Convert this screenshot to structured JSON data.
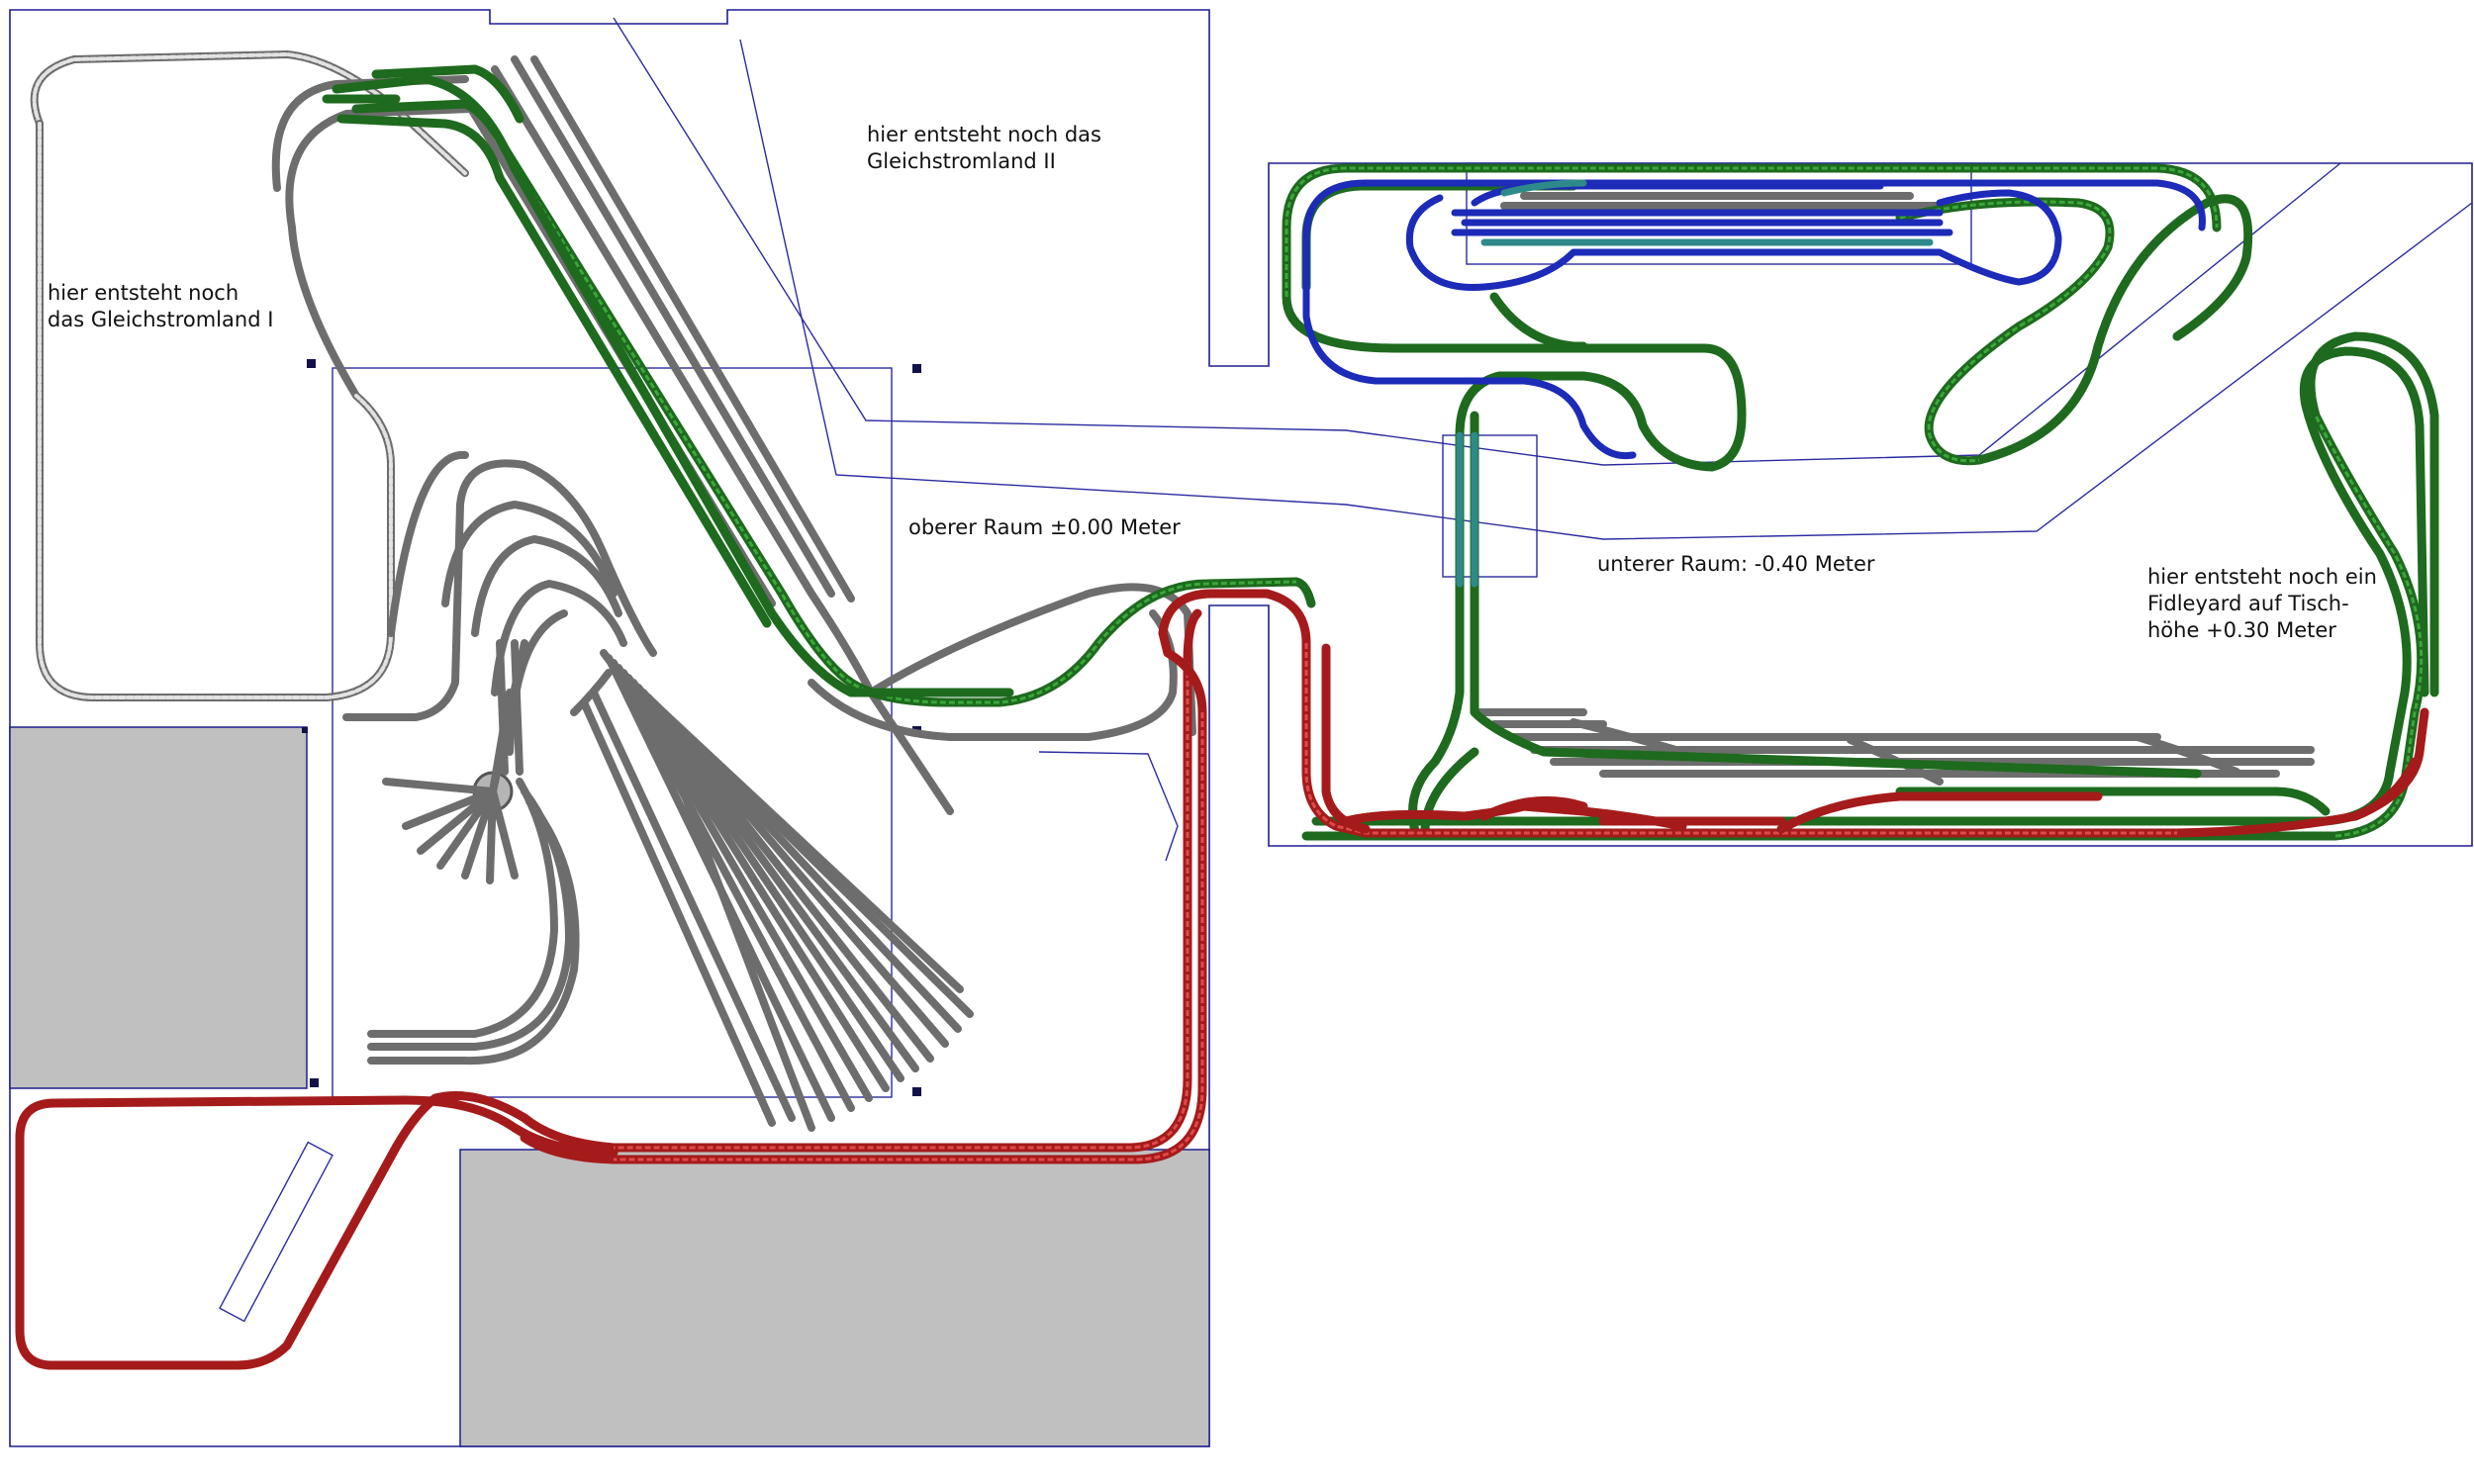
{
  "labels": {
    "gleichstromland1_line1": "hier entsteht noch",
    "gleichstromland1_line2": "das Gleichstromland I",
    "gleichstromland2_line1": "hier entsteht noch das",
    "gleichstromland2_line2": "Gleichstromland II",
    "oberer_raum": "oberer Raum ±0.00 Meter",
    "unterer_raum": "unterer Raum: -0.40 Meter",
    "fiddleyard_line1": "hier entsteht noch ein",
    "fiddleyard_line2": "Fidleyard auf Tisch-",
    "fiddleyard_line3": "höhe +0.30 Meter"
  },
  "colors": {
    "wall": "#1f1f8f",
    "blocked_area": "#c0c0c0",
    "track_grey": "#6d6d6d",
    "track_green": "#1e6a1e",
    "track_red": "#a51b1b",
    "track_blue": "#1c2bb8",
    "track_teal": "#2e8a8a"
  }
}
